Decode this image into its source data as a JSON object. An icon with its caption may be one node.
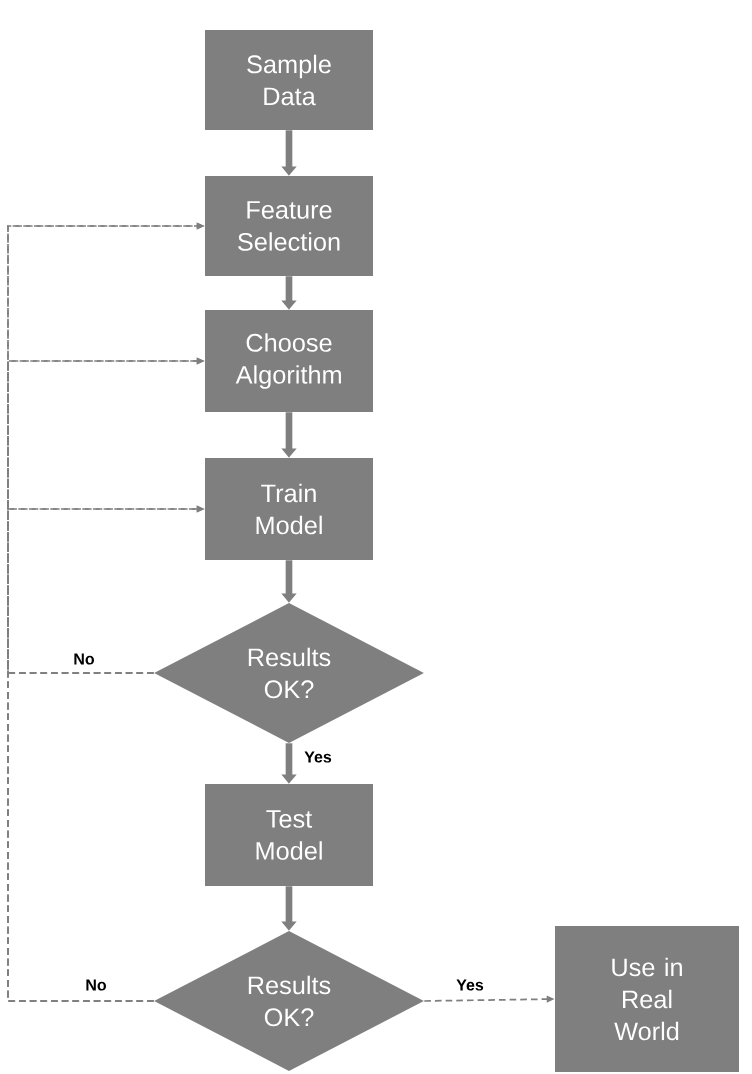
{
  "diagram": {
    "nodes": [
      {
        "text": [
          "Sample Data"
        ]
      },
      {
        "text": [
          "Feature Selection"
        ]
      },
      {
        "text": [
          "Choose Algorithm"
        ]
      },
      {
        "text": [
          "Train Model"
        ]
      },
      {
        "text": [
          "Results OK?"
        ]
      },
      {
        "text": [
          "Test Model"
        ]
      },
      {
        "text": [
          "Results OK?"
        ]
      },
      {
        "text": [
          "Use in Real World"
        ]
      }
    ],
    "edges": [
      {
        "from": 0,
        "to": 1,
        "arrow": "to",
        "style": "thick"
      },
      {
        "from": 1,
        "to": 2,
        "arrow": "to",
        "style": "thick"
      },
      {
        "from": 2,
        "to": 3,
        "arrow": "to",
        "style": "thick"
      },
      {
        "from": 3,
        "to": 4,
        "arrow": "to",
        "style": "thick"
      },
      {
        "from": 4,
        "to": 5,
        "arrow": "to",
        "style": "thick",
        "label": "Yes"
      },
      {
        "from": 5,
        "to": 6,
        "arrow": "to",
        "style": "thick"
      },
      {
        "from": 6,
        "to": 7,
        "arrow": "to",
        "style": "dashed",
        "label": "Yes"
      },
      {
        "from": 4,
        "to": 1,
        "arrow": "to",
        "style": "dashed",
        "label": "No"
      },
      {
        "from": 4,
        "to": 2,
        "arrow": "to",
        "style": "dashed"
      },
      {
        "from": 4,
        "to": 3,
        "arrow": "to",
        "style": "dashed"
      },
      {
        "from": 6,
        "to": 1,
        "arrow": "to",
        "style": "dashed",
        "label": "No"
      },
      {
        "from": 6,
        "to": 2,
        "arrow": "to",
        "style": "dashed"
      },
      {
        "from": 6,
        "to": 3,
        "arrow": "to",
        "style": "dashed"
      }
    ]
  }
}
